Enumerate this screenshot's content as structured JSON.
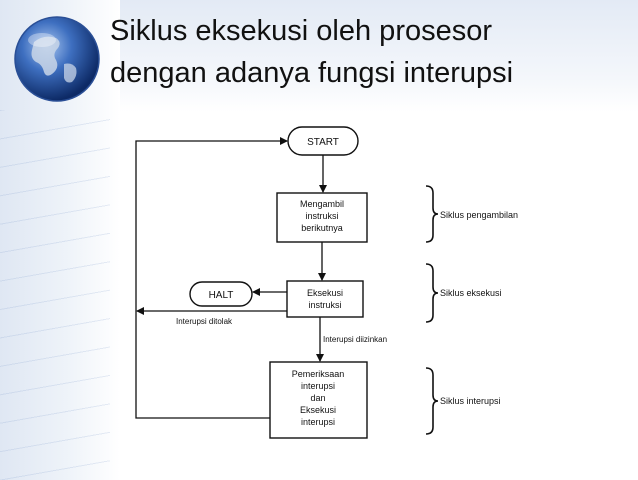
{
  "title": {
    "line1": "Siklus eksekusi oleh prosesor",
    "line2": "dengan adanya fungsi interupsi"
  },
  "nodes": {
    "start": "START",
    "fetch": [
      "Mengambil",
      "instruksi",
      "berikutnya"
    ],
    "execute": [
      "Eksekusi",
      "instruksi"
    ],
    "halt": "HALT",
    "interrupt": [
      "Pemeriksaan",
      "interupsi",
      "dan",
      "Eksekusi",
      "interupsi"
    ]
  },
  "edges": {
    "rejected": "Interupsi ditolak",
    "allowed": "Interupsi diizinkan"
  },
  "phases": {
    "fetch": "Siklus pengambilan",
    "execute": "Siklus eksekusi",
    "interrupt": "Siklus interupsi"
  },
  "icons": {
    "logo": "globe-icon"
  }
}
